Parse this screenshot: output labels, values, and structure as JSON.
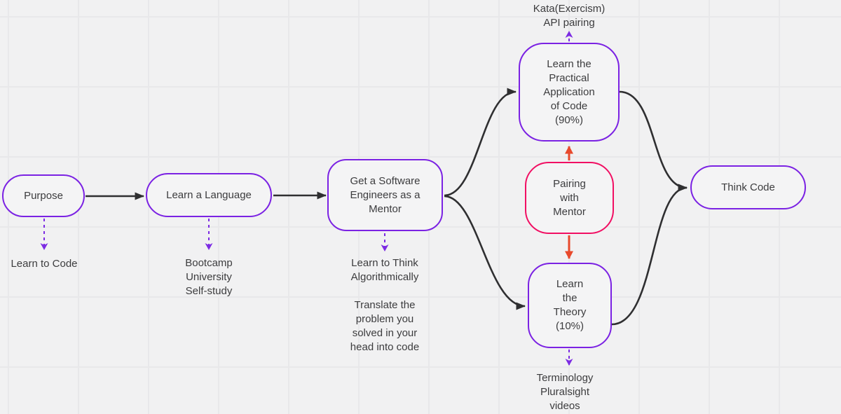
{
  "palette": {
    "background": "#f1f1f2",
    "grid_line": "#e8e8ea",
    "node_fill": "#f4f4f5",
    "purple_accent": "#7b22e3",
    "pink_accent": "#f10f63",
    "red_accent": "#e8492c",
    "black_arrow": "#2f2f31",
    "text": "#3c3c3e"
  },
  "nodes": [
    {
      "id": "purpose",
      "label": "Purpose",
      "shape": "pill",
      "border": "#7b22e3"
    },
    {
      "id": "learn-a-language",
      "label": "Learn a Language",
      "shape": "pill",
      "border": "#7b22e3"
    },
    {
      "id": "mentor",
      "label": "Get a Software\nEngineers as a\nMentor",
      "shape": "rounded-rect",
      "border": "#7b22e3"
    },
    {
      "id": "practical",
      "label": "Learn the\nPractical\nApplication\nof Code\n(90%)",
      "shape": "rounded-rect",
      "border": "#7b22e3"
    },
    {
      "id": "pairing",
      "label": "Pairing\nwith\nMentor",
      "shape": "rounded-rect",
      "border": "#f10f63"
    },
    {
      "id": "theory",
      "label": "Learn\nthe\nTheory\n(10%)",
      "shape": "rounded-rect",
      "border": "#7b22e3"
    },
    {
      "id": "think-code",
      "label": "Think Code",
      "shape": "pill",
      "border": "#7b22e3"
    }
  ],
  "annotations": [
    {
      "id": "purpose-note",
      "label": "Learn to Code"
    },
    {
      "id": "language-note",
      "label": "Bootcamp\nUniversity\nSelf-study"
    },
    {
      "id": "mentor-note-1",
      "label": "Learn to Think\nAlgorithmically"
    },
    {
      "id": "mentor-note-2",
      "label": "Translate the\nproblem you\nsolved in your\nhead into code"
    },
    {
      "id": "practical-note",
      "label": "Kata(Exercism)\nAPI pairing"
    },
    {
      "id": "theory-note",
      "label": "Terminology\nPluralsight\nvideos"
    }
  ],
  "connectors": [
    {
      "from": "purpose",
      "to": "learn-a-language",
      "style": "solid",
      "color": "#2f2f31"
    },
    {
      "from": "learn-a-language",
      "to": "mentor",
      "style": "solid",
      "color": "#2f2f31"
    },
    {
      "from": "mentor",
      "to": "practical",
      "style": "solid",
      "color": "#2f2f31"
    },
    {
      "from": "mentor",
      "to": "theory",
      "style": "solid",
      "color": "#2f2f31"
    },
    {
      "from": "practical",
      "to": "think-code",
      "style": "solid",
      "color": "#2f2f31"
    },
    {
      "from": "theory",
      "to": "think-code",
      "style": "solid",
      "color": "#2f2f31"
    },
    {
      "from": "pairing",
      "to": "practical",
      "style": "solid",
      "color": "#e8492c"
    },
    {
      "from": "pairing",
      "to": "theory",
      "style": "solid",
      "color": "#e8492c"
    },
    {
      "from": "purpose",
      "to": "purpose-note",
      "style": "dashed",
      "color": "#7c2be3"
    },
    {
      "from": "learn-a-language",
      "to": "language-note",
      "style": "dashed",
      "color": "#7c2be3"
    },
    {
      "from": "mentor",
      "to": "mentor-note-1",
      "style": "dashed",
      "color": "#7c2be3"
    },
    {
      "from": "practical",
      "to": "practical-note",
      "style": "dashed",
      "color": "#7c2be3"
    },
    {
      "from": "theory",
      "to": "theory-note",
      "style": "dashed",
      "color": "#7c2be3"
    }
  ]
}
